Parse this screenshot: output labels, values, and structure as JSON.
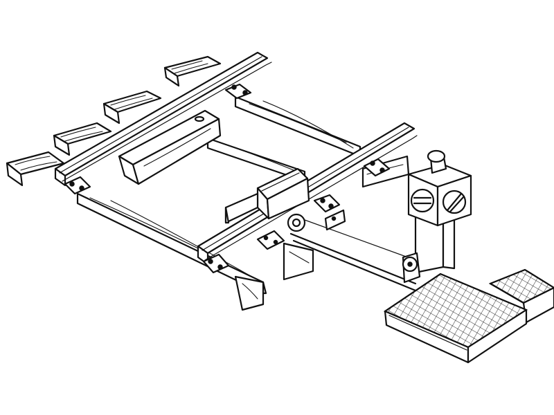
{
  "drawing": {
    "style": "line-art",
    "ink_color": "#111111",
    "background": "#ffffff"
  },
  "parts": [
    "railroad-track",
    "wooden-ties",
    "rail-chairs",
    "wheel-stop-block",
    "switch-stand-box",
    "throw-rod",
    "target-lamp",
    "checker-plate-platform"
  ]
}
